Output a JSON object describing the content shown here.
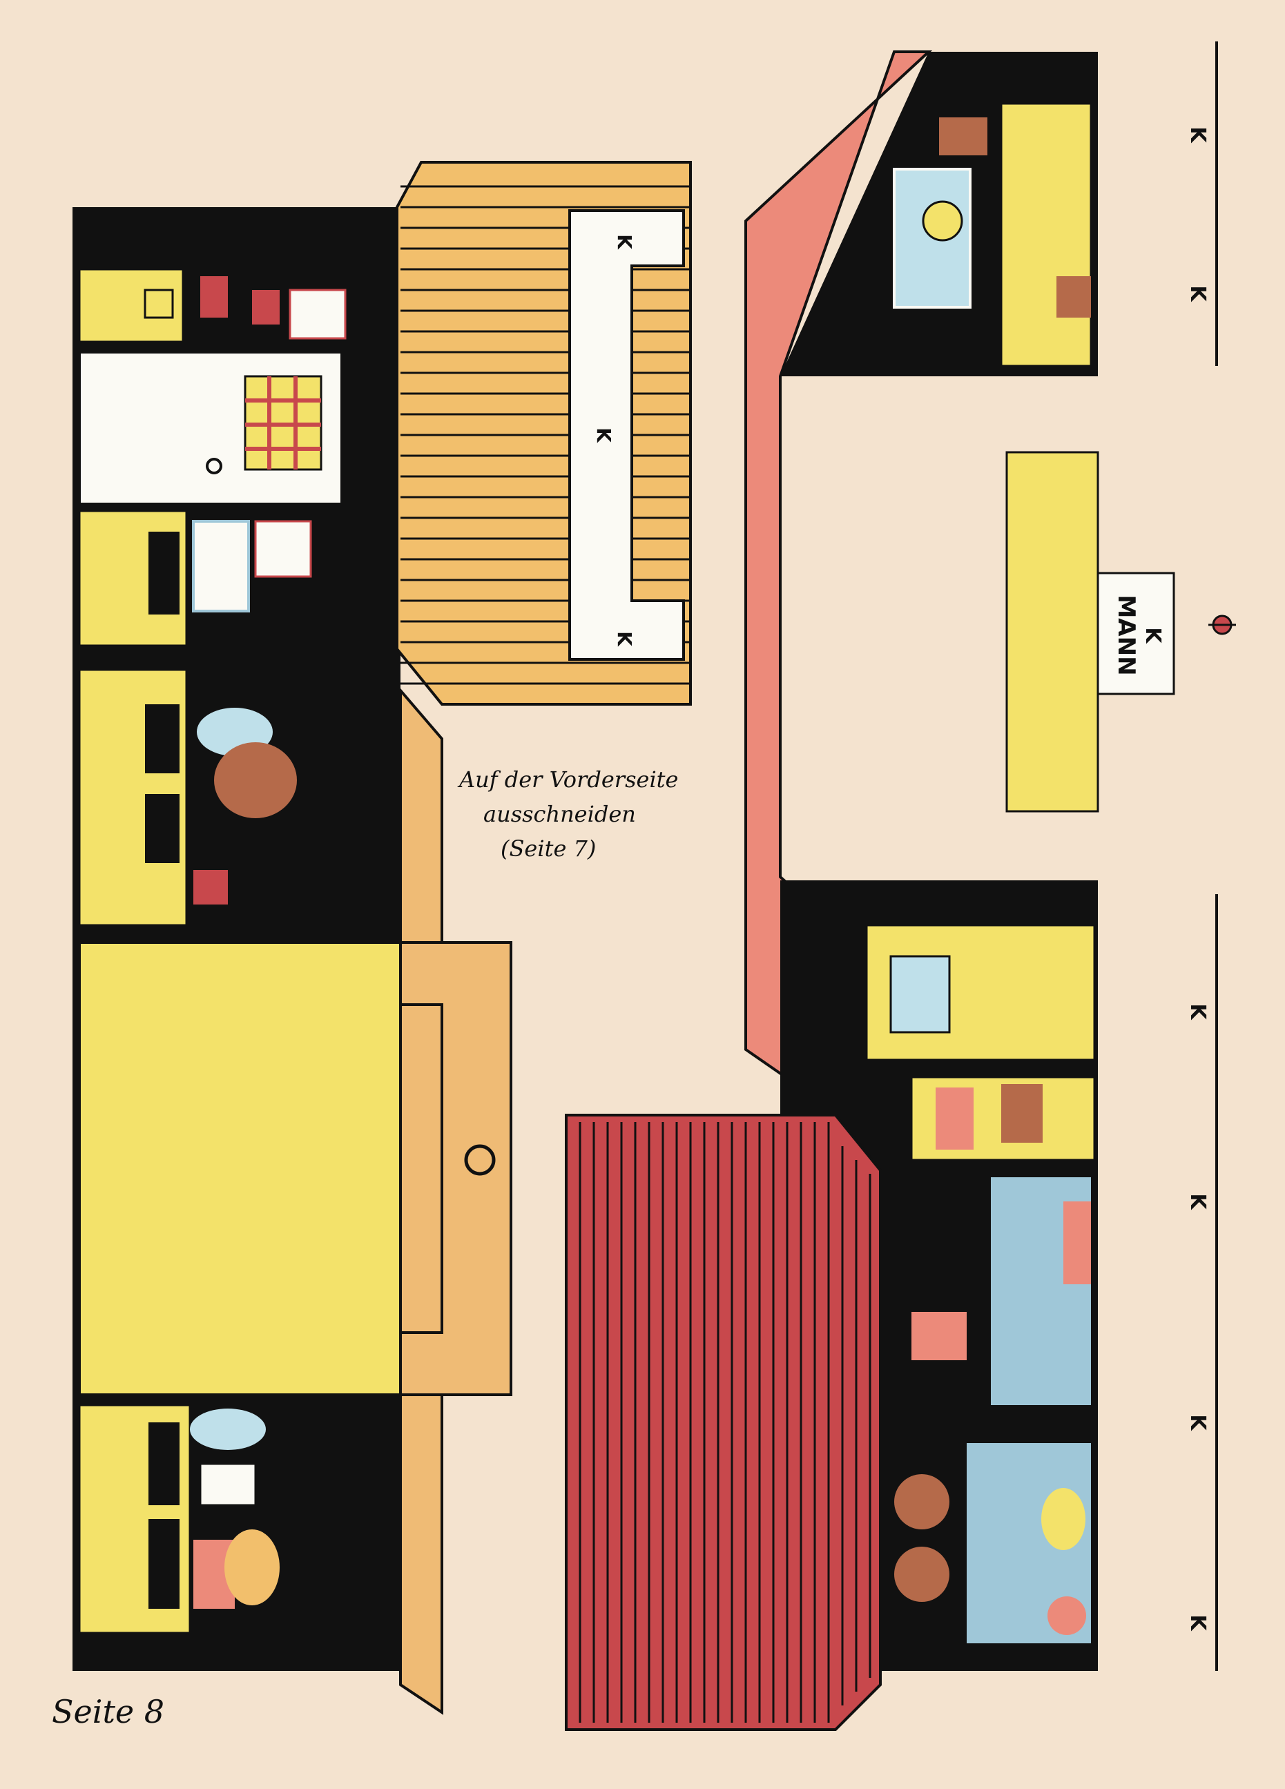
{
  "page_label": "Seite 8",
  "instruction": {
    "line1": "Auf der Vorderseite",
    "line2": "ausschneiden",
    "line3": "(Seite 7)"
  },
  "fold_marks": {
    "roof_panel": [
      "K",
      "K",
      "K"
    ],
    "right_top_strip": [
      "K",
      "K"
    ],
    "right_bottom_strip": [
      "K",
      "K",
      "K",
      "K"
    ],
    "mann_tab": "K"
  },
  "mann_label": "MANN",
  "colors": {
    "paper": "#f4e3cf",
    "black": "#111111",
    "yellow": "#f3e26a",
    "orange": "#f2bf6c",
    "tan": "#efbb75",
    "pink": "#ec8a7a",
    "red": "#c8484c",
    "blue": "#9fc7d8"
  }
}
